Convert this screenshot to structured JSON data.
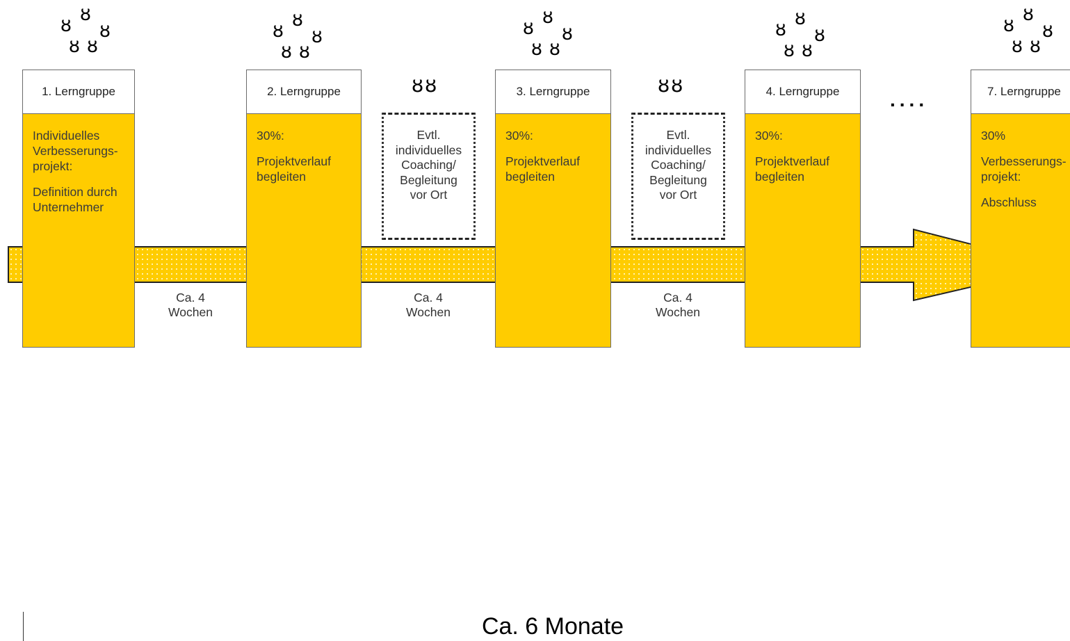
{
  "colors": {
    "accent": "#ffcc00",
    "timeline": "#ffcc00",
    "border": "#6b6b6b"
  },
  "sessions": [
    {
      "title": "1. Lerngruppe",
      "lines": [
        "Individuelles",
        "Verbesserungs-",
        "projekt:"
      ],
      "lines2": [
        "Definition durch",
        "Unternehmer"
      ]
    },
    {
      "title": "2. Lerngruppe",
      "lines": [
        "30%:"
      ],
      "lines2": [
        "Projektverlauf",
        "begleiten"
      ]
    },
    {
      "title": "3. Lerngruppe",
      "lines": [
        "30%:"
      ],
      "lines2": [
        "Projektverlauf",
        "begleiten"
      ]
    },
    {
      "title": "4. Lerngruppe",
      "lines": [
        "30%:"
      ],
      "lines2": [
        "Projektverlauf",
        "begleiten"
      ]
    },
    {
      "title": "7. Lerngruppe",
      "lines": [
        "30%"
      ],
      "lines2": [
        "Verbesserungs-",
        "projekt:"
      ],
      "lines3": [
        "Abschluss"
      ]
    }
  ],
  "coaching": [
    {
      "lines": [
        "Evtl.",
        "individuelles",
        "Coaching/",
        "Begleitung",
        "vor Ort"
      ],
      "people": "ȣȣ"
    },
    {
      "lines": [
        "Evtl.",
        "individuelles",
        "Coaching/",
        "Begleitung",
        "vor Ort"
      ],
      "people": "ȣȣ"
    }
  ],
  "intervals": [
    {
      "line1": "Ca. 4",
      "line2": "Wochen"
    },
    {
      "line1": "Ca. 4",
      "line2": "Wochen"
    },
    {
      "line1": "Ca. 4",
      "line2": "Wochen"
    }
  ],
  "ellipsis": "....",
  "duration": "Ca. 6 Monate",
  "person_glyph": "ȣ"
}
